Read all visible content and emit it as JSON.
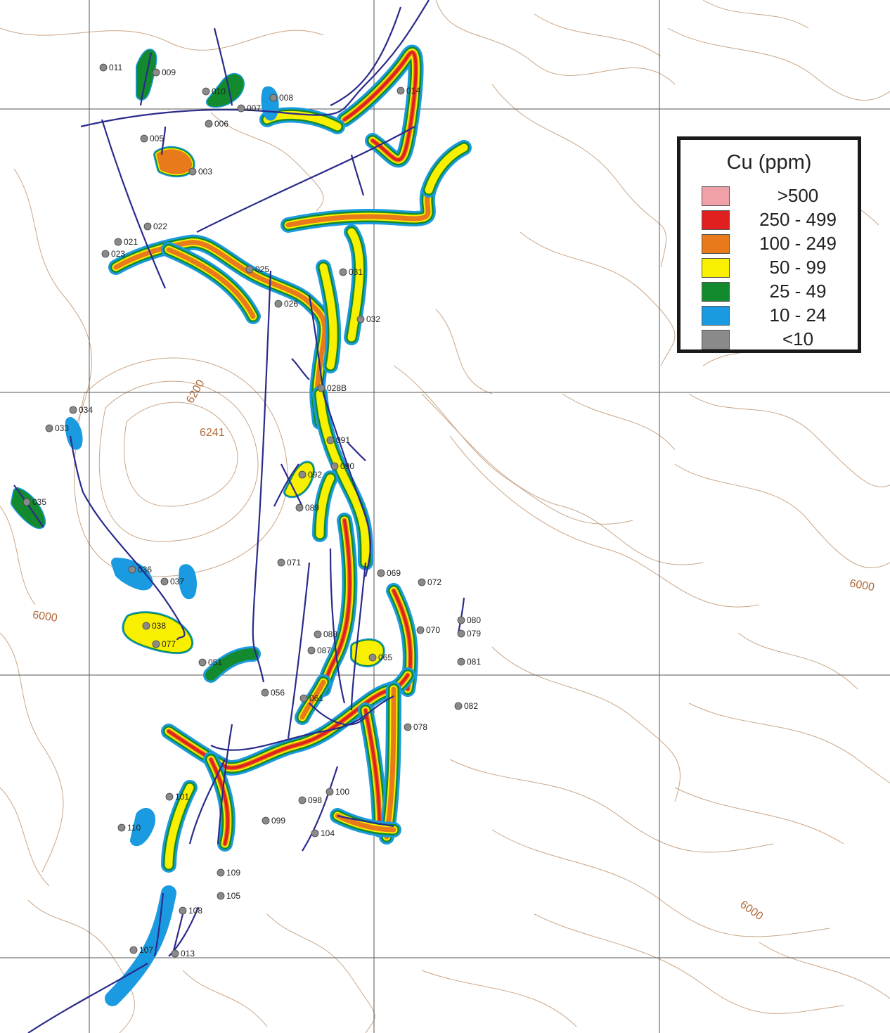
{
  "legend": {
    "title": "Cu (ppm)",
    "classes": [
      {
        "label": ">500",
        "color": "#f0a0a8"
      },
      {
        "label": "250 - 499",
        "color": "#e0201e"
      },
      {
        "label": "100 - 249",
        "color": "#e87a1c"
      },
      {
        "label": "50 - 99",
        "color": "#f8f000"
      },
      {
        "label": "25 - 49",
        "color": "#138a2e"
      },
      {
        "label": "10 - 24",
        "color": "#1a9ae0"
      },
      {
        "label": "<10",
        "color": "#8a8a8a"
      }
    ]
  },
  "colors": {
    "grid": "#555555",
    "contour": "#c9a688",
    "fault": "#2a2a8c",
    "elevation_text": "#b06a3a"
  },
  "elevation_labels": [
    "6200",
    "6241",
    "6000",
    "6000",
    "6000"
  ],
  "sample_labels": [
    "011",
    "009",
    "010",
    "008",
    "007",
    "006",
    "005",
    "003",
    "021",
    "023",
    "022",
    "025",
    "026",
    "031",
    "032",
    "028B",
    "091",
    "090",
    "092",
    "089",
    "034",
    "033",
    "035",
    "036",
    "037",
    "038",
    "077",
    "071",
    "072",
    "069",
    "070",
    "080",
    "079",
    "081",
    "082",
    "078",
    "065",
    "088",
    "087",
    "061",
    "051",
    "056",
    "101",
    "100",
    "098",
    "099",
    "104",
    "110",
    "109",
    "105",
    "108",
    "107",
    "013",
    "014"
  ]
}
